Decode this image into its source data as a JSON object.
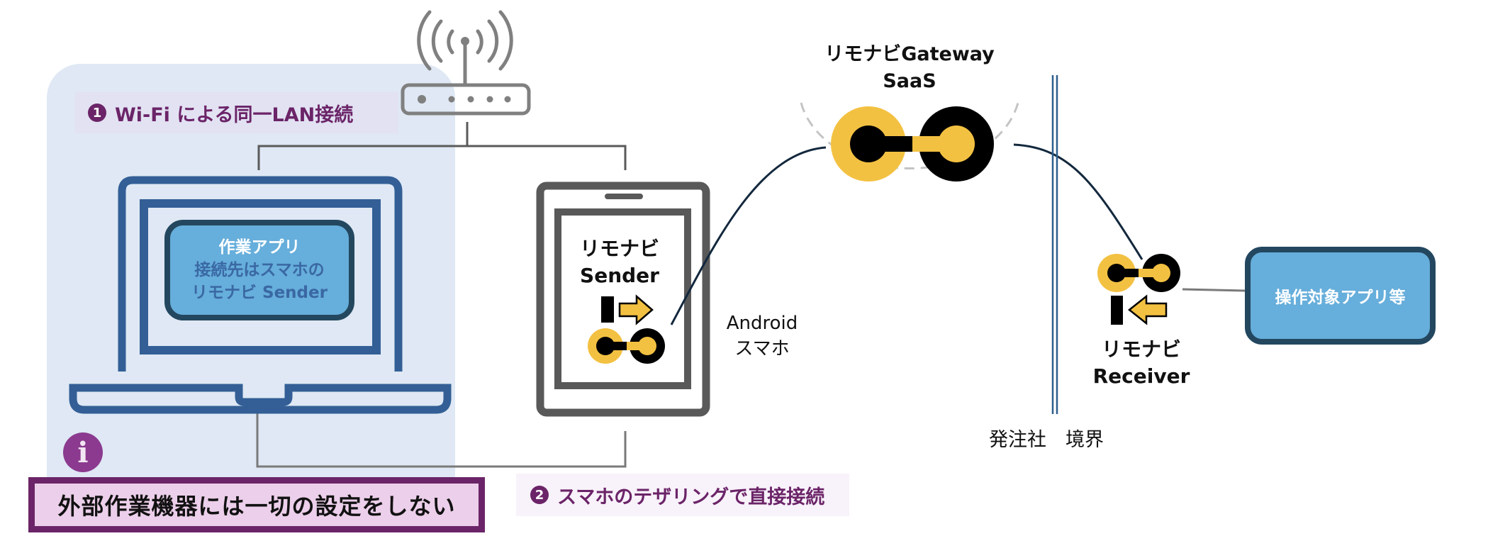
{
  "callouts": {
    "wifi": {
      "number": "1",
      "label": "Wi-Fi による同一LAN接続"
    },
    "tethering": {
      "number": "2",
      "label": "スマホのテザリングで直接接続"
    }
  },
  "laptop": {
    "app_title": "作業アプリ",
    "app_line2": "接続先はスマホの",
    "app_line3": "リモナビ Sender"
  },
  "notice": {
    "icon": "info-icon",
    "icon_glyph": "i",
    "text": "外部作業機器には一切の設定をしない"
  },
  "smartphone": {
    "app_name_line1": "リモナビ",
    "app_name_line2": "Sender",
    "device_line1": "Android",
    "device_line2": "スマホ"
  },
  "gateway": {
    "title_line1": "リモナビGateway",
    "title_line2": "SaaS"
  },
  "boundary": {
    "label": "発注社　境界"
  },
  "receiver": {
    "name_line1": "リモナビ",
    "name_line2": "Receiver"
  },
  "target": {
    "label": "操作対象アプリ等"
  },
  "colors": {
    "panel_bg": "#dfe8f4",
    "laptop_blue": "#335f96",
    "app_fill": "#66aedb",
    "app_border": "#23475f",
    "accent_purple": "#6b2468",
    "brand_yellow": "#f3c142",
    "device_gray": "#595959",
    "link_navy": "#13283d",
    "boundary_blue": "#2e5f8c"
  }
}
